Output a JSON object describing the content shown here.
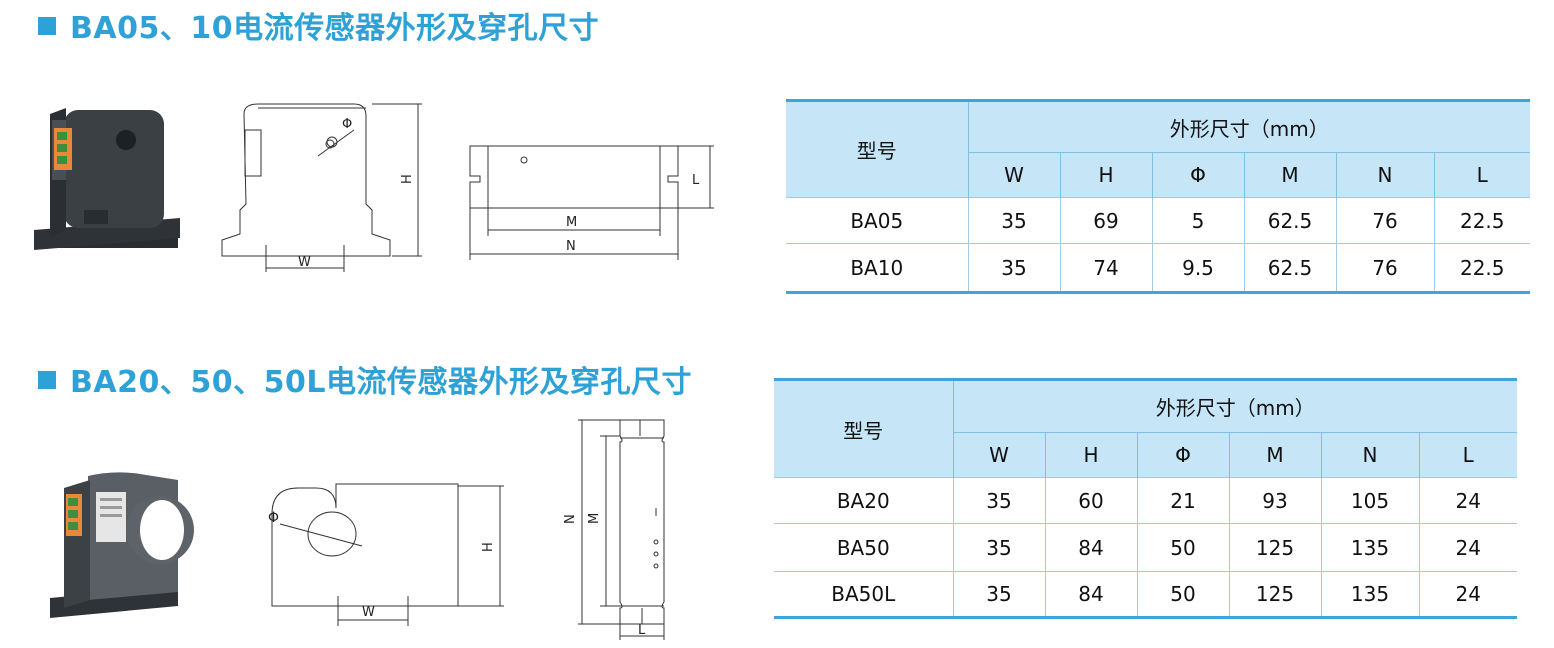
{
  "section1": {
    "title": "BA05、10电流传感器外形及穿孔尺寸",
    "drawing_labels": {
      "phi": "Φ",
      "h": "H",
      "w": "W",
      "l": "L",
      "m": "M",
      "n": "N"
    },
    "table": {
      "model_header": "型号",
      "group_header": "外形尺寸（mm）",
      "columns": [
        "W",
        "H",
        "Φ",
        "M",
        "N",
        "L"
      ],
      "rows": [
        {
          "model": "BA05",
          "values": [
            "35",
            "69",
            "5",
            "62.5",
            "76",
            "22.5"
          ]
        },
        {
          "model": "BA10",
          "values": [
            "35",
            "74",
            "9.5",
            "62.5",
            "76",
            "22.5"
          ]
        }
      ]
    }
  },
  "section2": {
    "title": "BA20、50、50L电流传感器外形及穿孔尺寸",
    "drawing_labels": {
      "phi": "Φ",
      "h": "H",
      "w": "W",
      "l": "L",
      "m": "M",
      "n": "N"
    },
    "table": {
      "model_header": "型号",
      "group_header": "外形尺寸（mm）",
      "columns": [
        "W",
        "H",
        "Φ",
        "M",
        "N",
        "L"
      ],
      "rows": [
        {
          "model": "BA20",
          "values": [
            "35",
            "60",
            "21",
            "93",
            "105",
            "24"
          ]
        },
        {
          "model": "BA50",
          "values": [
            "35",
            "84",
            "50",
            "125",
            "135",
            "24"
          ]
        },
        {
          "model": "BA50L",
          "values": [
            "35",
            "84",
            "50",
            "125",
            "135",
            "24"
          ]
        }
      ]
    }
  },
  "colors": {
    "accent": "#2ea1d6",
    "table_header_bg": "#c6e6f8",
    "table_rule": "#3fa5d9",
    "sensor_body": "#3a3f44",
    "terminal": "#e8883a"
  }
}
